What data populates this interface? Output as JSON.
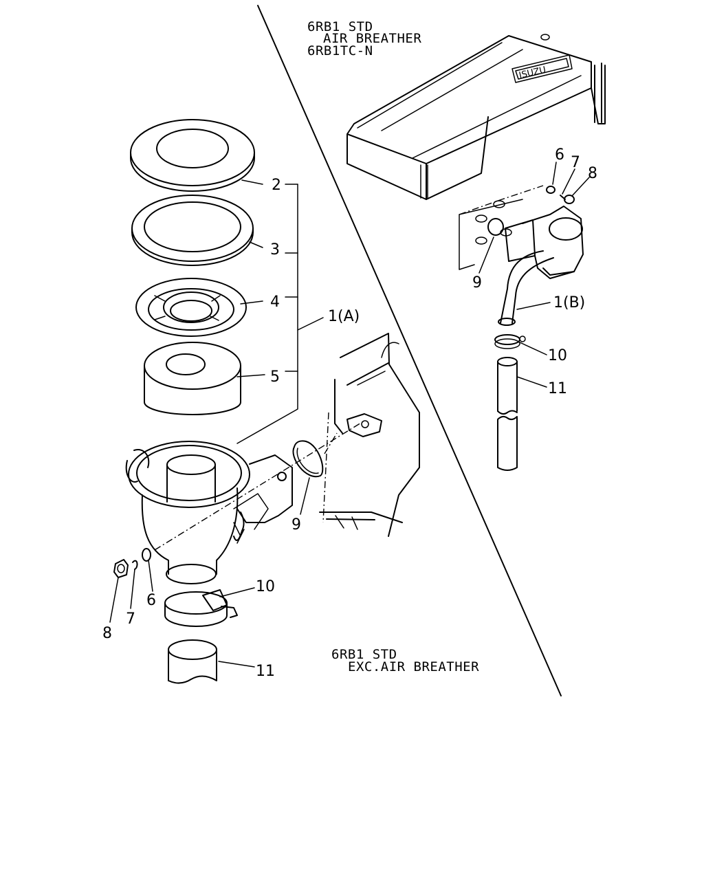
{
  "captions": {
    "top_line1": "6RB1 STD",
    "top_line2": "AIR BREATHER",
    "top_line3": "6RB1TC-N",
    "bottom_line1": "6RB1 STD",
    "bottom_line2": "EXC.AIR BREATHER",
    "logo_text": "ISUZU"
  },
  "callouts": {
    "left": {
      "p1": "1(A)",
      "p2": "2",
      "p3": "3",
      "p4": "4",
      "p5": "5",
      "p6": "6",
      "p7": "7",
      "p8": "8",
      "p9": "9",
      "p10": "10",
      "p11": "11"
    },
    "right": {
      "p1": "1(B)",
      "p6": "6",
      "p7": "7",
      "p8": "8",
      "p9": "9",
      "p10": "10",
      "p11": "11"
    }
  }
}
